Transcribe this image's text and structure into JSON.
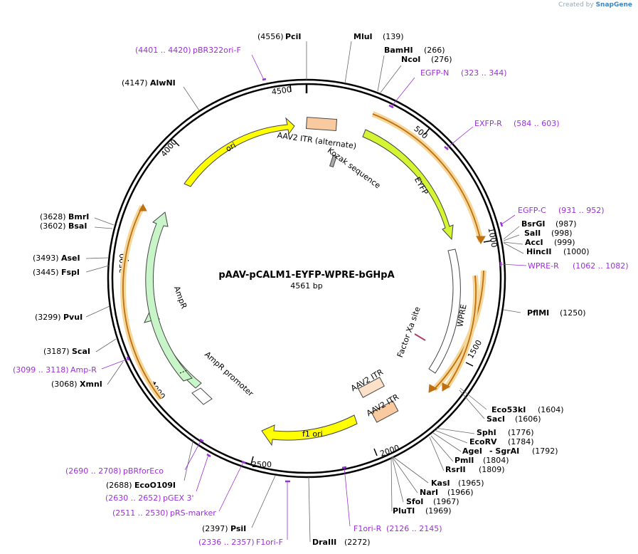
{
  "brand": {
    "prefix": "Created by",
    "name": "SnapGene"
  },
  "plasmid": {
    "name": "pAAV-pCALM1-EYFP-WPRE-bGHpA",
    "size_label": "4561 bp",
    "length": 4561
  },
  "tick_labels": [
    "500",
    "1000",
    "1500",
    "2000",
    "2500",
    "3000",
    "3500",
    "4000",
    "4500"
  ],
  "enzymes": [
    {
      "name": "PciI",
      "pos": "(4556)"
    },
    {
      "name": "MluI",
      "pos": "(139)"
    },
    {
      "name": "BamHI",
      "pos": "(266)"
    },
    {
      "name": "NcoI",
      "pos": "(276)"
    },
    {
      "name": "AlwNI",
      "pos": "(4147)"
    },
    {
      "name": "BsrGI",
      "pos": "(987)"
    },
    {
      "name": "SalI",
      "pos": "(998)"
    },
    {
      "name": "AccI",
      "pos": "(999)"
    },
    {
      "name": "HincII",
      "pos": "(1000)"
    },
    {
      "name": "PflMI",
      "pos": "(1250)"
    },
    {
      "name": "BmrI",
      "pos": "(3628)"
    },
    {
      "name": "BsaI",
      "pos": "(3602)"
    },
    {
      "name": "AseI",
      "pos": "(3493)"
    },
    {
      "name": "FspI",
      "pos": "(3445)"
    },
    {
      "name": "PvuI",
      "pos": "(3299)"
    },
    {
      "name": "ScaI",
      "pos": "(3187)"
    },
    {
      "name": "XmnI",
      "pos": "(3068)"
    },
    {
      "name": "Eco53kI",
      "pos": "(1604)"
    },
    {
      "name": "SacI",
      "pos": "(1606)"
    },
    {
      "name": "SphI",
      "pos": "(1776)"
    },
    {
      "name": "EcoRV",
      "pos": "(1784)"
    },
    {
      "name": "AgeI",
      "pos": "(1792)"
    },
    {
      "name": "- SgrAI",
      "pos": ""
    },
    {
      "name": "PmlI",
      "pos": "(1804)"
    },
    {
      "name": "RsrII",
      "pos": "(1809)"
    },
    {
      "name": "KasI",
      "pos": "(1965)"
    },
    {
      "name": "NarI",
      "pos": "(1966)"
    },
    {
      "name": "SfoI",
      "pos": "(1967)"
    },
    {
      "name": "PluTI",
      "pos": "(1969)"
    },
    {
      "name": "EcoO109I",
      "pos": "(2688)"
    },
    {
      "name": "PsiI",
      "pos": "(2397)"
    },
    {
      "name": "DraIII",
      "pos": "(2272)"
    }
  ],
  "primers": [
    {
      "range": "(4401 .. 4420)",
      "name": "pBR322ori-F"
    },
    {
      "range": "(323 .. 344)",
      "name": "EGFP-N"
    },
    {
      "range": "(584 .. 603)",
      "name": "EXFP-R"
    },
    {
      "range": "(931 .. 952)",
      "name": "EGFP-C"
    },
    {
      "range": "(1062 .. 1082)",
      "name": "WPRE-R"
    },
    {
      "range": "(3099 .. 3118)",
      "name": "Amp-R"
    },
    {
      "range": "(2690 .. 2708)",
      "name": "pBRforEco"
    },
    {
      "range": "(2630 .. 2652)",
      "name": "pGEX 3'"
    },
    {
      "range": "(2511 .. 2530)",
      "name": "pRS-marker"
    },
    {
      "range": "(2336 .. 2357)",
      "name": "F1ori-F"
    },
    {
      "range": "(2126 .. 2145)",
      "name": "F1ori-R"
    }
  ],
  "features": {
    "aav2_itr_alt": "AAV2 ITR (alternate)",
    "kozak": "Kozak sequence",
    "eyfp": "EYFP",
    "wpre": "WPRE",
    "factor_xa": "Factor Xa site",
    "aav2_itr_1": "AAV2 ITR",
    "aav2_itr_2": "AAV2 ITR",
    "f1_ori": "f1 ori",
    "ampr_promoter": "AmpR promoter",
    "ampr": "AmpR",
    "ori": "ori"
  },
  "colors": {
    "ori": "#ffff00",
    "eyfp": "#d4f533",
    "ampr": "#c8f5c8",
    "itr": "#f9c9a0",
    "itr_light": "#fde0c8",
    "f1": "#ffff00",
    "primer": "#9b30d9",
    "orange_glow": "#f6d79a",
    "backbone": "#000000"
  }
}
